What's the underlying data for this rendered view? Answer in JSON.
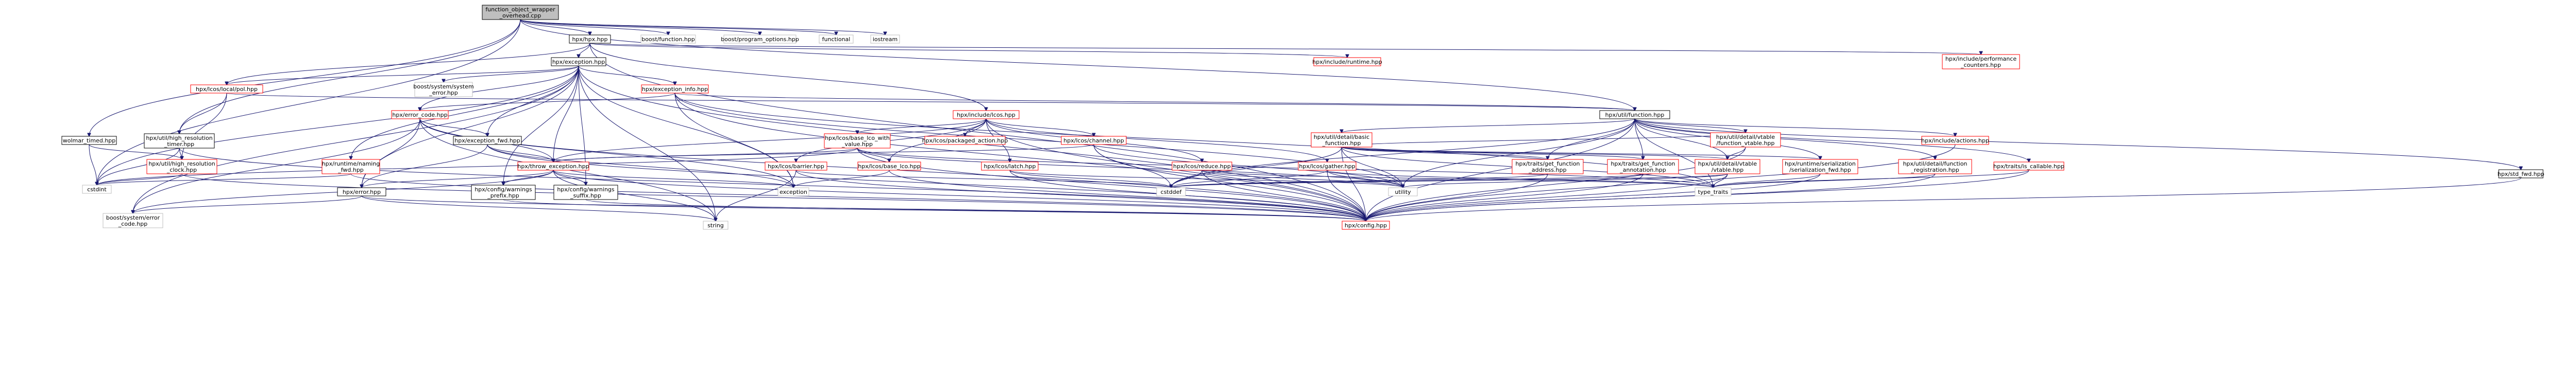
{
  "diagram": {
    "edge_color": "#191970",
    "colors": {
      "root": "#bfbfbf",
      "local": "#000000",
      "missing": "#bfbfbf",
      "red": "#ff0000"
    },
    "nodes": [
      {
        "id": "root",
        "label": [
          "function_object_wrapper",
          "_overhead.cpp"
        ],
        "kind": "root"
      },
      {
        "id": "hpx_hpp",
        "label": [
          "hpx/hpx.hpp"
        ],
        "kind": "local"
      },
      {
        "id": "boost_function",
        "label": [
          "boost/function.hpp"
        ],
        "kind": "missing"
      },
      {
        "id": "boost_program_options",
        "label": [
          "boost/program_options.hpp"
        ],
        "kind": "missing"
      },
      {
        "id": "functional",
        "label": [
          "functional"
        ],
        "kind": "missing"
      },
      {
        "id": "iostream",
        "label": [
          "iostream"
        ],
        "kind": "missing"
      },
      {
        "id": "runtime",
        "label": [
          "hpx/include/runtime.hpp"
        ],
        "kind": "red"
      },
      {
        "id": "perf_counters",
        "label": [
          "hpx/include/performance",
          "_counters.hpp"
        ],
        "kind": "red"
      },
      {
        "id": "exception",
        "label": [
          "hpx/exception.hpp"
        ],
        "kind": "local"
      },
      {
        "id": "lcos_local_pol",
        "label": [
          "hpx/lcos/local/pol.hpp"
        ],
        "kind": "red"
      },
      {
        "id": "boost_sys_err",
        "label": [
          "boost/system/system",
          "_error.hpp"
        ],
        "kind": "missing"
      },
      {
        "id": "exception_info",
        "label": [
          "hpx/exception_info.hpp"
        ],
        "kind": "red"
      },
      {
        "id": "util_function",
        "label": [
          "hpx/util/function.hpp"
        ],
        "kind": "local"
      },
      {
        "id": "lcos_hpp",
        "label": [
          "hpx/include/lcos.hpp"
        ],
        "kind": "red"
      },
      {
        "id": "wolmar_timer",
        "label": [
          "wolmar_timed.hpp"
        ],
        "kind": "local"
      },
      {
        "id": "hr_timer",
        "label": [
          "hpx/util/high_resolution",
          "_timer.hpp"
        ],
        "kind": "local"
      },
      {
        "id": "error_code",
        "label": [
          "hpx/error_code.hpp"
        ],
        "kind": "red"
      },
      {
        "id": "exception_fwd",
        "label": [
          "hpx/exception_fwd.hpp"
        ],
        "kind": "local"
      },
      {
        "id": "base_lco_value",
        "label": [
          "hpx/lcos/base_lco_with",
          "_value.hpp"
        ],
        "kind": "red"
      },
      {
        "id": "packaged_action",
        "label": [
          "hpx/lcos/packaged_action.hpp"
        ],
        "kind": "red"
      },
      {
        "id": "lcos_channel",
        "label": [
          "hpx/lcos/channel.hpp"
        ],
        "kind": "red"
      },
      {
        "id": "vtable_basic",
        "label": [
          "hpx/util/detail/basic",
          "_function.hpp"
        ],
        "kind": "red"
      },
      {
        "id": "function_vtable",
        "label": [
          "hpx/util/detail/vtable",
          "/function_vtable.hpp"
        ],
        "kind": "red"
      },
      {
        "id": "include_actions",
        "label": [
          "hpx/include/actions.hpp"
        ],
        "kind": "red"
      },
      {
        "id": "runtime_naming",
        "label": [
          "hpx/runtime/naming",
          "_fwd.hpp"
        ],
        "kind": "red"
      },
      {
        "id": "hr_clock",
        "label": [
          "hpx/util/high_resolution",
          "_clock.hpp"
        ],
        "kind": "red"
      },
      {
        "id": "throw_exception",
        "label": [
          "hpx/throw_exception.hpp"
        ],
        "kind": "red"
      },
      {
        "id": "lcos_barrier",
        "label": [
          "hpx/lcos/barrier.hpp"
        ],
        "kind": "red"
      },
      {
        "id": "base_lco",
        "label": [
          "hpx/lcos/base_lco.hpp"
        ],
        "kind": "red"
      },
      {
        "id": "lcos_latch",
        "label": [
          "hpx/lcos/latch.hpp"
        ],
        "kind": "red"
      },
      {
        "id": "lcos_reduce",
        "label": [
          "hpx/lcos/reduce.hpp"
        ],
        "kind": "red"
      },
      {
        "id": "lcos_gather",
        "label": [
          "hpx/lcos/gather.hpp"
        ],
        "kind": "red"
      },
      {
        "id": "get_function_address",
        "label": [
          "hpx/traits/get_function",
          "_address.hpp"
        ],
        "kind": "red"
      },
      {
        "id": "get_function_annotation",
        "label": [
          "hpx/traits/get_function",
          "_annotation.hpp"
        ],
        "kind": "red"
      },
      {
        "id": "vtable_hpp",
        "label": [
          "hpx/util/detail/vtable",
          "/vtable.hpp"
        ],
        "kind": "red"
      },
      {
        "id": "serialization_fwd",
        "label": [
          "hpx/runtime/serialization",
          "/serialization_fwd.hpp"
        ],
        "kind": "red"
      },
      {
        "id": "function_registration",
        "label": [
          "hpx/util/detail/function",
          "_registration.hpp"
        ],
        "kind": "red"
      },
      {
        "id": "is_callable",
        "label": [
          "hpx/traits/is_callable.hpp"
        ],
        "kind": "red"
      },
      {
        "id": "std_fwd",
        "label": [
          "hpx/std_fwd.hpp"
        ],
        "kind": "local"
      },
      {
        "id": "cstdint",
        "label": [
          "cstdint"
        ],
        "kind": "missing"
      },
      {
        "id": "errors",
        "label": [
          "hpx/error.hpp"
        ],
        "kind": "local"
      },
      {
        "id": "warnings_prefix",
        "label": [
          "hpx/config/warnings",
          "_prefix.hpp"
        ],
        "kind": "local"
      },
      {
        "id": "warnings_suffix",
        "label": [
          "hpx/config/warnings",
          "_suffix.hpp"
        ],
        "kind": "local"
      },
      {
        "id": "exception_std",
        "label": [
          "exception"
        ],
        "kind": "missing"
      },
      {
        "id": "utility",
        "label": [
          "utility"
        ],
        "kind": "missing"
      },
      {
        "id": "cstddef",
        "label": [
          "cstddef"
        ],
        "kind": "missing"
      },
      {
        "id": "type_traits",
        "label": [
          "type_traits"
        ],
        "kind": "missing"
      },
      {
        "id": "boost_error_code",
        "label": [
          "boost/system/error",
          "_code.hpp"
        ],
        "kind": "missing"
      },
      {
        "id": "string",
        "label": [
          "string"
        ],
        "kind": "missing"
      },
      {
        "id": "config",
        "label": [
          "hpx/config.hpp"
        ],
        "kind": "red"
      }
    ],
    "edges": [
      [
        "root",
        "hpx_hpp"
      ],
      [
        "root",
        "boost_function"
      ],
      [
        "root",
        "boost_program_options"
      ],
      [
        "root",
        "functional"
      ],
      [
        "root",
        "iostream"
      ],
      [
        "root",
        "util_function"
      ],
      [
        "root",
        "wolmar_timer"
      ],
      [
        "root",
        "hr_timer"
      ],
      [
        "root",
        "cstdint"
      ],
      [
        "hpx_hpp",
        "runtime"
      ],
      [
        "hpx_hpp",
        "perf_counters"
      ],
      [
        "hpx_hpp",
        "exception"
      ],
      [
        "hpx_hpp",
        "lcos_hpp"
      ],
      [
        "hpx_hpp",
        "lcos_local_pol"
      ],
      [
        "hpx_hpp",
        "config"
      ],
      [
        "exception",
        "lcos_local_pol"
      ],
      [
        "exception",
        "boost_sys_err"
      ],
      [
        "exception",
        "exception_info"
      ],
      [
        "exception",
        "error_code"
      ],
      [
        "exception",
        "exception_fwd"
      ],
      [
        "exception",
        "throw_exception"
      ],
      [
        "exception",
        "errors"
      ],
      [
        "exception",
        "runtime_naming"
      ],
      [
        "exception",
        "warnings_prefix"
      ],
      [
        "exception",
        "warnings_suffix"
      ],
      [
        "exception",
        "exception_std"
      ],
      [
        "exception",
        "cstdint"
      ],
      [
        "exception",
        "string"
      ],
      [
        "exception",
        "config"
      ],
      [
        "exception",
        "boost_error_code"
      ],
      [
        "lcos_local_pol",
        "util_function"
      ],
      [
        "lcos_local_pol",
        "hr_timer"
      ],
      [
        "lcos_local_pol",
        "hr_clock"
      ],
      [
        "exception_info",
        "util_function"
      ],
      [
        "exception_info",
        "error_code"
      ],
      [
        "exception_info",
        "exception_std"
      ],
      [
        "exception_info",
        "type_traits"
      ],
      [
        "exception_info",
        "utility"
      ],
      [
        "exception_info",
        "config"
      ],
      [
        "util_function",
        "vtable_basic"
      ],
      [
        "util_function",
        "function_vtable"
      ],
      [
        "util_function",
        "include_actions"
      ],
      [
        "util_function",
        "get_function_address"
      ],
      [
        "util_function",
        "get_function_annotation"
      ],
      [
        "util_function",
        "vtable_hpp"
      ],
      [
        "util_function",
        "serialization_fwd"
      ],
      [
        "util_function",
        "function_registration"
      ],
      [
        "util_function",
        "is_callable"
      ],
      [
        "util_function",
        "std_fwd"
      ],
      [
        "util_function",
        "cstddef"
      ],
      [
        "util_function",
        "type_traits"
      ],
      [
        "util_function",
        "utility"
      ],
      [
        "util_function",
        "config"
      ],
      [
        "lcos_hpp",
        "base_lco_value"
      ],
      [
        "lcos_hpp",
        "packaged_action"
      ],
      [
        "lcos_hpp",
        "lcos_channel"
      ],
      [
        "lcos_hpp",
        "lcos_barrier"
      ],
      [
        "lcos_hpp",
        "base_lco"
      ],
      [
        "lcos_hpp",
        "lcos_latch"
      ],
      [
        "lcos_hpp",
        "lcos_reduce"
      ],
      [
        "lcos_hpp",
        "lcos_gather"
      ],
      [
        "lcos_hpp",
        "throw_exception"
      ],
      [
        "lcos_hpp",
        "config"
      ],
      [
        "wolmar_timer",
        "hr_clock"
      ],
      [
        "wolmar_timer",
        "cstdint"
      ],
      [
        "hr_timer",
        "hr_clock"
      ],
      [
        "hr_timer",
        "cstdint"
      ],
      [
        "hr_timer",
        "config"
      ],
      [
        "error_code",
        "exception_fwd"
      ],
      [
        "error_code",
        "errors"
      ],
      [
        "error_code",
        "throw_exception"
      ],
      [
        "error_code",
        "boost_error_code"
      ],
      [
        "error_code",
        "exception_std"
      ],
      [
        "error_code",
        "string"
      ],
      [
        "error_code",
        "config"
      ],
      [
        "exception_fwd",
        "throw_exception"
      ],
      [
        "exception_fwd",
        "errors"
      ],
      [
        "exception_fwd",
        "exception_std"
      ],
      [
        "exception_fwd",
        "config"
      ],
      [
        "base_lco_value",
        "base_lco"
      ],
      [
        "base_lco_value",
        "throw_exception"
      ],
      [
        "base_lco_value",
        "cstdint"
      ],
      [
        "base_lco_value",
        "utility"
      ],
      [
        "base_lco_value",
        "type_traits"
      ],
      [
        "base_lco_value",
        "config"
      ],
      [
        "lcos_channel",
        "throw_exception"
      ],
      [
        "lcos_channel",
        "cstddef"
      ],
      [
        "lcos_channel",
        "utility"
      ],
      [
        "lcos_channel",
        "config"
      ],
      [
        "vtable_basic",
        "function_vtable"
      ],
      [
        "vtable_basic",
        "get_function_address"
      ],
      [
        "vtable_basic",
        "get_function_annotation"
      ],
      [
        "vtable_basic",
        "vtable_hpp"
      ],
      [
        "vtable_basic",
        "serialization_fwd"
      ],
      [
        "vtable_basic",
        "cstddef"
      ],
      [
        "vtable_basic",
        "type_traits"
      ],
      [
        "vtable_basic",
        "utility"
      ],
      [
        "vtable_basic",
        "config"
      ],
      [
        "function_vtable",
        "vtable_hpp"
      ],
      [
        "function_vtable",
        "config"
      ],
      [
        "runtime_naming",
        "cstdint"
      ],
      [
        "runtime_naming",
        "config"
      ],
      [
        "hr_clock",
        "cstdint"
      ],
      [
        "hr_clock",
        "config"
      ],
      [
        "throw_exception",
        "errors"
      ],
      [
        "throw_exception",
        "warnings_prefix"
      ],
      [
        "throw_exception",
        "warnings_suffix"
      ],
      [
        "throw_exception",
        "exception_std"
      ],
      [
        "throw_exception",
        "string"
      ],
      [
        "throw_exception",
        "boost_error_code"
      ],
      [
        "throw_exception",
        "config"
      ],
      [
        "lcos_barrier",
        "cstddef"
      ],
      [
        "lcos_barrier",
        "string"
      ],
      [
        "lcos_barrier",
        "config"
      ],
      [
        "base_lco",
        "exception_std"
      ],
      [
        "base_lco",
        "config"
      ],
      [
        "lcos_latch",
        "cstddef"
      ],
      [
        "lcos_latch",
        "utility"
      ],
      [
        "lcos_latch",
        "config"
      ],
      [
        "lcos_reduce",
        "cstddef"
      ],
      [
        "lcos_reduce",
        "utility"
      ],
      [
        "lcos_reduce",
        "type_traits"
      ],
      [
        "lcos_reduce",
        "config"
      ],
      [
        "lcos_gather",
        "cstddef"
      ],
      [
        "lcos_gather",
        "utility"
      ],
      [
        "lcos_gather",
        "type_traits"
      ],
      [
        "lcos_gather",
        "config"
      ],
      [
        "get_function_address",
        "cstddef"
      ],
      [
        "get_function_address",
        "config"
      ],
      [
        "get_function_annotation",
        "cstddef"
      ],
      [
        "get_function_annotation",
        "config"
      ],
      [
        "vtable_hpp",
        "cstddef"
      ],
      [
        "vtable_hpp",
        "type_traits"
      ],
      [
        "vtable_hpp",
        "utility"
      ],
      [
        "vtable_hpp",
        "config"
      ],
      [
        "serialization_fwd",
        "type_traits"
      ],
      [
        "serialization_fwd",
        "config"
      ],
      [
        "function_registration",
        "type_traits"
      ],
      [
        "function_registration",
        "config"
      ],
      [
        "is_callable",
        "type_traits"
      ],
      [
        "is_callable",
        "config"
      ],
      [
        "std_fwd",
        "config"
      ],
      [
        "errors",
        "boost_error_code"
      ],
      [
        "errors",
        "string"
      ],
      [
        "errors",
        "config"
      ],
      [
        "warnings_prefix",
        "config"
      ],
      [
        "warnings_suffix",
        "config"
      ],
      [
        "include_actions",
        "config"
      ]
    ]
  }
}
